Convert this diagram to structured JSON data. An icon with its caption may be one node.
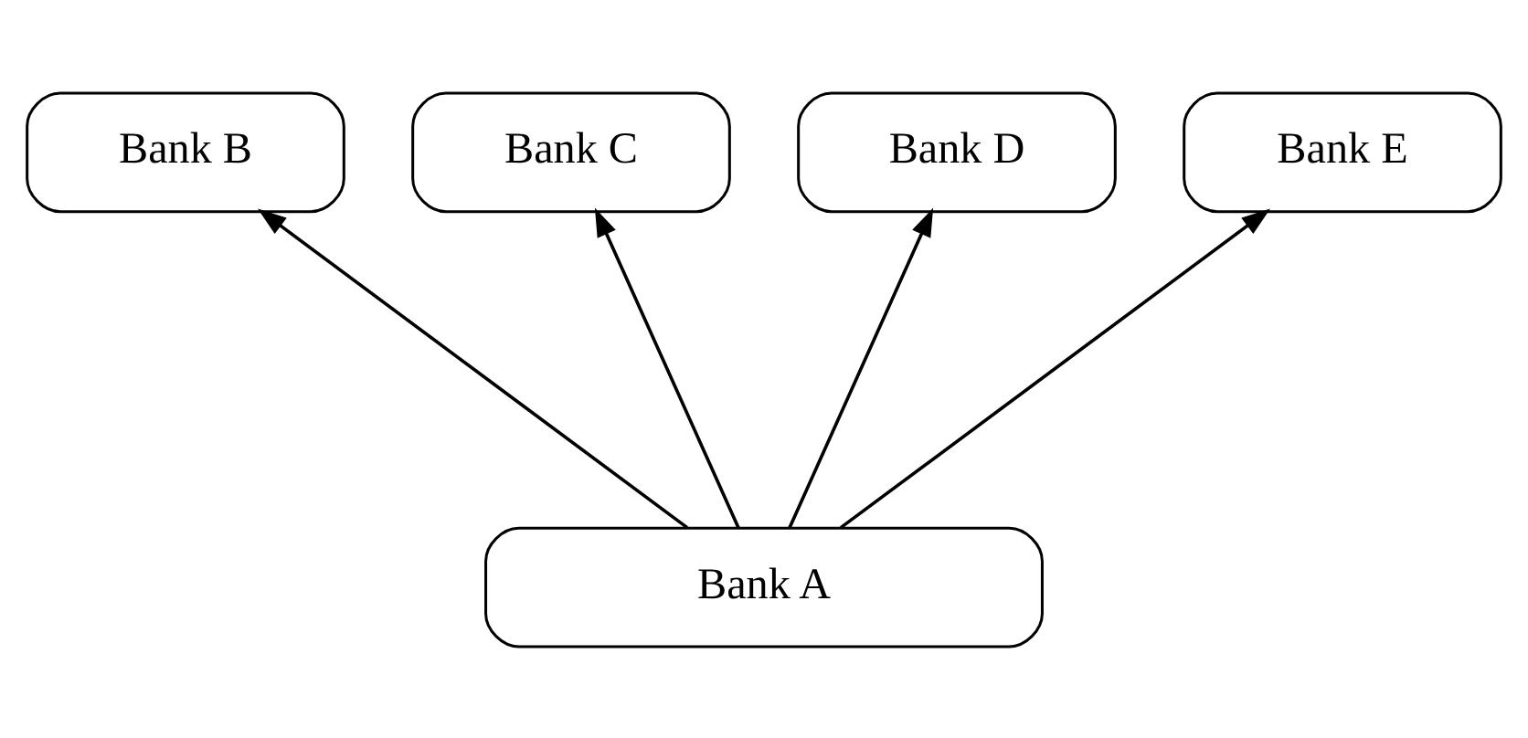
{
  "diagram": {
    "nodes": [
      {
        "text": [
          "Bank B"
        ]
      },
      {
        "text": [
          "Bank C"
        ]
      },
      {
        "text": [
          "Bank D"
        ]
      },
      {
        "text": [
          "Bank E"
        ]
      },
      {
        "text": [
          "Bank A"
        ]
      }
    ],
    "edges": [
      {
        "from": 4,
        "to": 0,
        "arrow": "to"
      },
      {
        "from": 4,
        "to": 1,
        "arrow": "to"
      },
      {
        "from": 4,
        "to": 2,
        "arrow": "to"
      },
      {
        "from": 4,
        "to": 3,
        "arrow": "to"
      }
    ]
  }
}
